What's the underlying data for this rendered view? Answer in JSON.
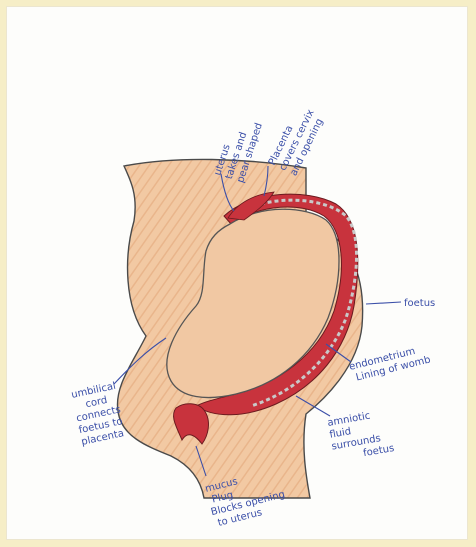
{
  "labels": {
    "uterus": [
      "uterus",
      "takes and",
      "pear shaped"
    ],
    "placenta": [
      "Placenta",
      "covers cervix",
      "and opening"
    ],
    "foetus": [
      "foetus"
    ],
    "endometrium": [
      "endometrium",
      "Lining of womb"
    ],
    "amniotic": [
      "amniotic",
      "fluid",
      "surrounds",
      "foetus"
    ],
    "umbilical": [
      "umbilical",
      "cord",
      "connects",
      "foetus to",
      "placenta"
    ],
    "mucus": [
      "mucus",
      "Plug",
      "Blocks opening",
      "to uterus"
    ]
  },
  "colors": {
    "skin": "#f0c39c",
    "skin_dark": "#e6a77a",
    "uterus_wall": "#c8333d",
    "ink": "#3b4fa8",
    "outline": "#4a4a4a"
  }
}
